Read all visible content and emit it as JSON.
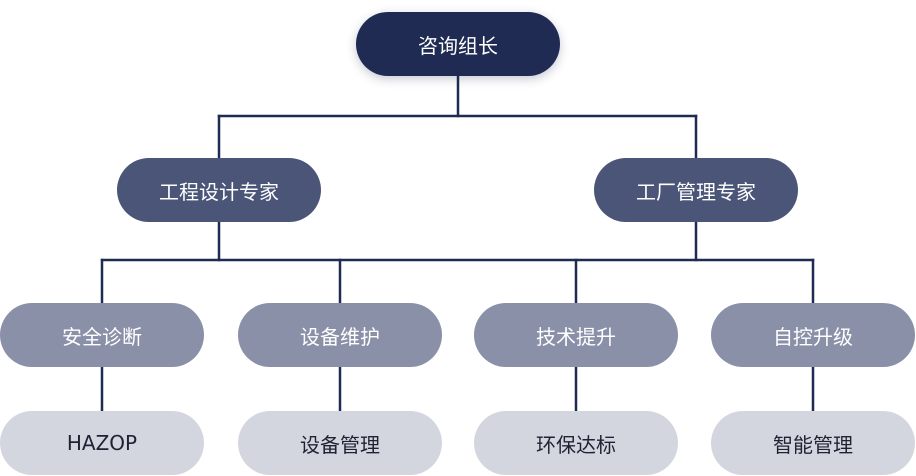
{
  "root": {
    "label": "咨询组长"
  },
  "experts": [
    {
      "label": "工程设计专家"
    },
    {
      "label": "工厂管理专家"
    }
  ],
  "services": [
    {
      "label": "安全诊断"
    },
    {
      "label": "设备维护"
    },
    {
      "label": "技术提升"
    },
    {
      "label": "自控升级"
    }
  ],
  "details": [
    {
      "label": "HAZOP"
    },
    {
      "label": "设备管理"
    },
    {
      "label": "环保达标"
    },
    {
      "label": "智能管理"
    }
  ],
  "colors": {
    "root": "#1f2b52",
    "expert": "#4a5577",
    "service": "#8a90a8",
    "detail": "#d4d6df",
    "connector": "#1f2b52"
  }
}
